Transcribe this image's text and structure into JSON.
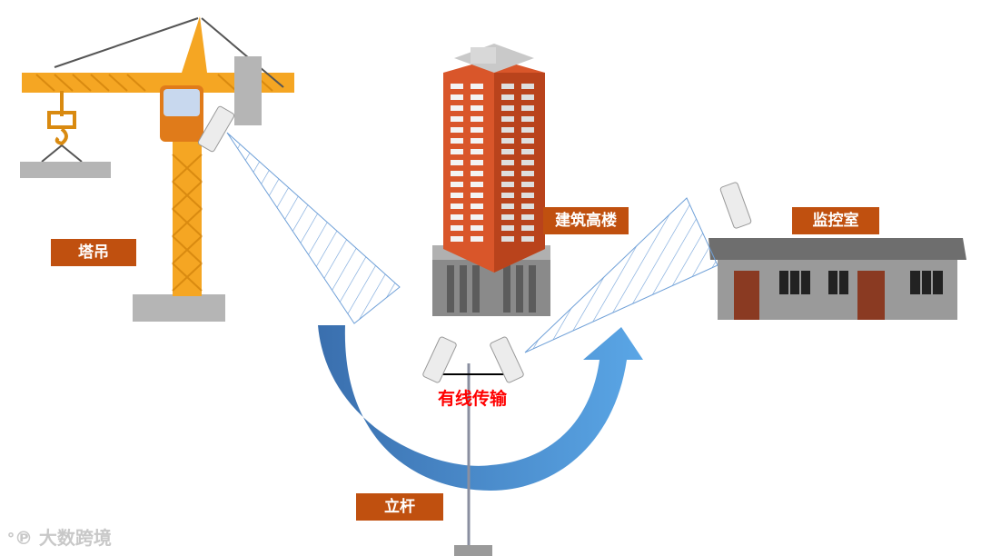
{
  "labels": {
    "crane": "塔吊",
    "building": "建筑高楼",
    "control_room": "监控室",
    "pole": "立杆",
    "wired": "有线传输"
  },
  "watermark": "大数跨境",
  "colors": {
    "label_bg": "#c0500f",
    "wired_text": "#ff0000",
    "crane": "#f5a623",
    "building": "#d9562a",
    "arrow": "#4a90d9"
  }
}
